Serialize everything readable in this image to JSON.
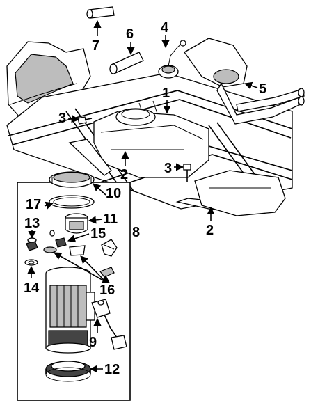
{
  "callouts": {
    "c1": "1",
    "c2a": "2",
    "c2b": "2",
    "c3a": "3",
    "c3b": "3",
    "c4": "4",
    "c5": "5",
    "c6": "6",
    "c7": "7",
    "c8": "8",
    "c9": "9",
    "c10": "10",
    "c11": "11",
    "c12": "12",
    "c13": "13",
    "c14": "14",
    "c15": "15",
    "c16": "16",
    "c17": "17"
  }
}
